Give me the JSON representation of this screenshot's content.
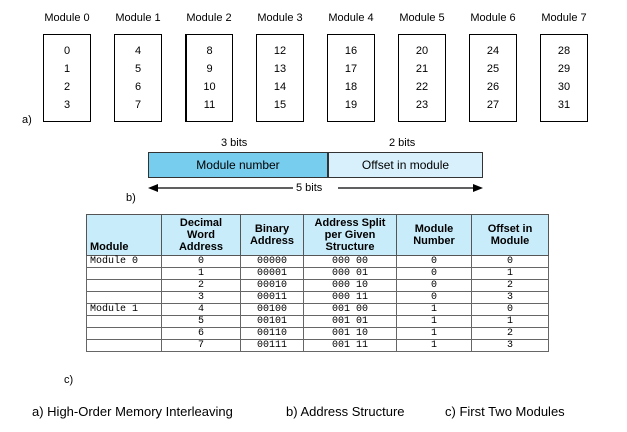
{
  "section_a": {
    "label": "a)",
    "modules": [
      {
        "name": "Module 0",
        "words": [
          "0",
          "1",
          "2",
          "3"
        ]
      },
      {
        "name": "Module 1",
        "words": [
          "4",
          "5",
          "6",
          "7"
        ]
      },
      {
        "name": "Module 2",
        "words": [
          "8",
          "9",
          "10",
          "11"
        ]
      },
      {
        "name": "Module 3",
        "words": [
          "12",
          "13",
          "14",
          "15"
        ]
      },
      {
        "name": "Module 4",
        "words": [
          "16",
          "17",
          "18",
          "19"
        ]
      },
      {
        "name": "Module 5",
        "words": [
          "20",
          "21",
          "22",
          "23"
        ]
      },
      {
        "name": "Module 6",
        "words": [
          "24",
          "25",
          "26",
          "27"
        ]
      },
      {
        "name": "Module 7",
        "words": [
          "28",
          "29",
          "30",
          "31"
        ]
      }
    ]
  },
  "section_b": {
    "label": "b)",
    "module_bits": "3 bits",
    "offset_bits": "2 bits",
    "module_field": "Module number",
    "offset_field": "Offset in module",
    "total_bits": "5 bits"
  },
  "section_c": {
    "label": "c)",
    "headers": [
      "Module",
      "Decimal\nWord\nAddress",
      "Binary\nAddress",
      "Address Split\nper Given\nStructure",
      "Module\nNumber",
      "Offset in\nModule"
    ],
    "rows": [
      [
        "Module 0",
        "0",
        "00000",
        "000 00",
        "0",
        "0"
      ],
      [
        "",
        "1",
        "00001",
        "000 01",
        "0",
        "1"
      ],
      [
        "",
        "2",
        "00010",
        "000 10",
        "0",
        "2"
      ],
      [
        "",
        "3",
        "00011",
        "000 11",
        "0",
        "3"
      ],
      [
        "Module 1",
        "4",
        "00100",
        "001 00",
        "1",
        "0"
      ],
      [
        "",
        "5",
        "00101",
        "001 01",
        "1",
        "1"
      ],
      [
        "",
        "6",
        "00110",
        "001 10",
        "1",
        "2"
      ],
      [
        "",
        "7",
        "00111",
        "001 11",
        "1",
        "3"
      ]
    ]
  },
  "captions": {
    "a": "a) High-Order Memory Interleaving",
    "b": "b)  Address Structure",
    "c": "c)  First Two Modules"
  }
}
